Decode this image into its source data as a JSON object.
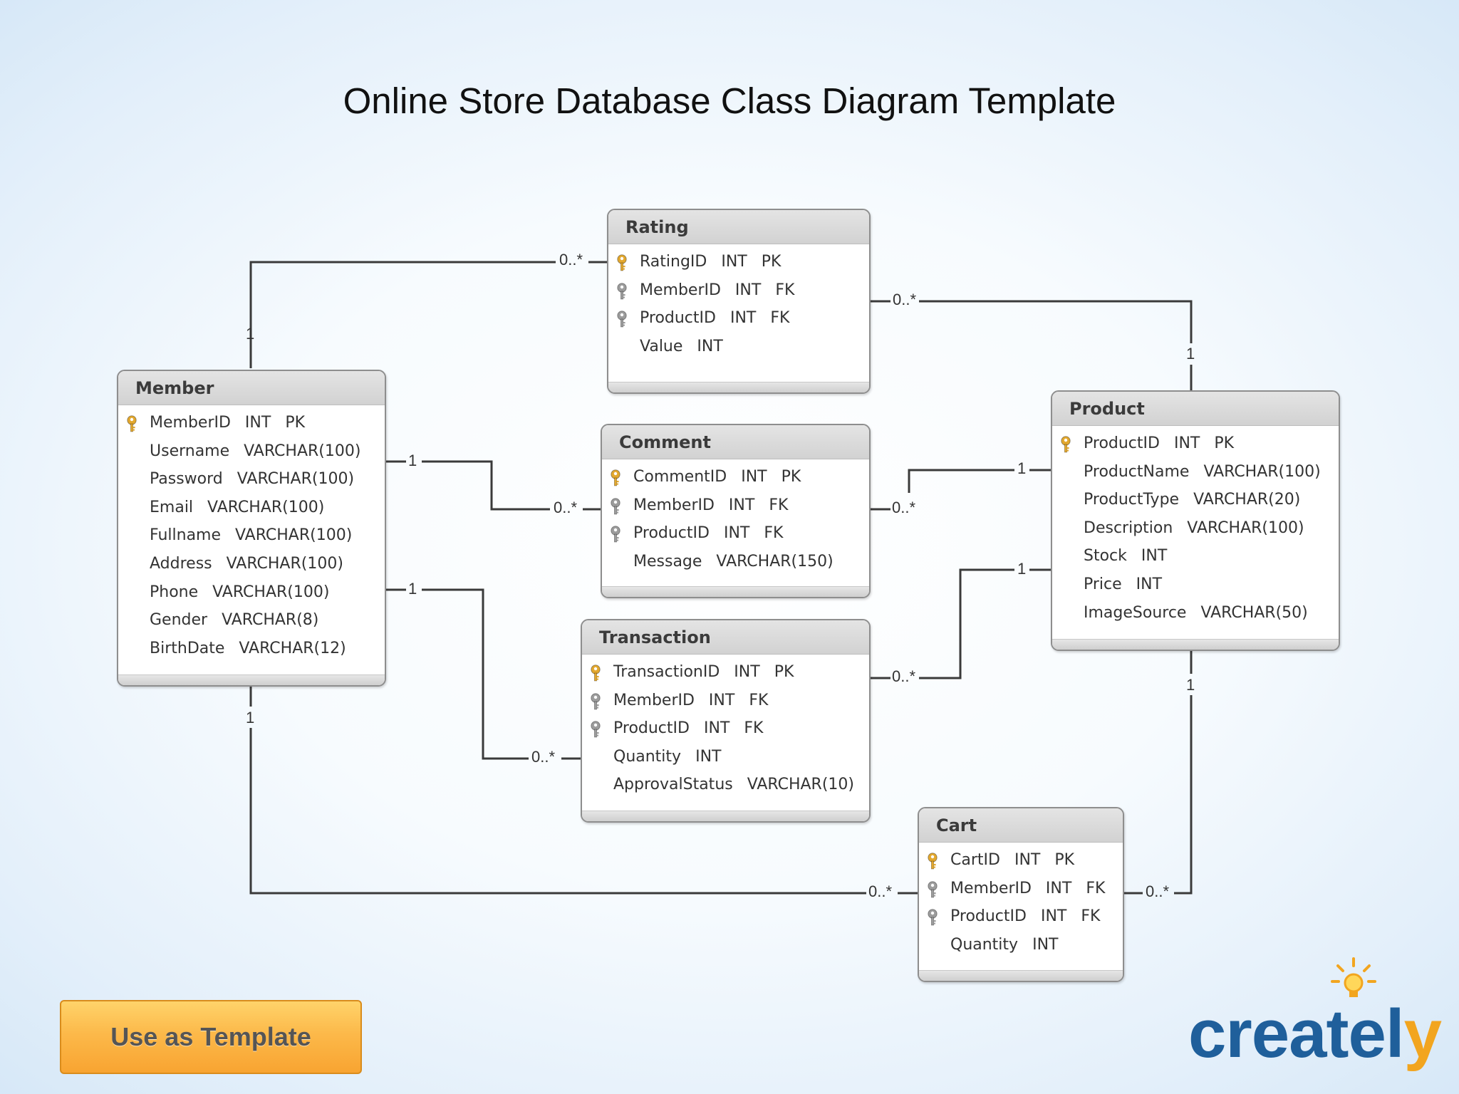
{
  "title": "Online Store Database Class Diagram Template",
  "entities": {
    "rating": {
      "name": "Rating",
      "attributes": [
        {
          "name": "RatingID",
          "type": "INT",
          "key": "PK"
        },
        {
          "name": "MemberID",
          "type": "INT",
          "key": "FK"
        },
        {
          "name": "ProductID",
          "type": "INT",
          "key": "FK"
        },
        {
          "name": "Value",
          "type": "INT",
          "key": ""
        }
      ]
    },
    "member": {
      "name": "Member",
      "attributes": [
        {
          "name": "MemberID",
          "type": "INT",
          "key": "PK"
        },
        {
          "name": "Username",
          "type": "VARCHAR(100)",
          "key": ""
        },
        {
          "name": "Password",
          "type": "VARCHAR(100)",
          "key": ""
        },
        {
          "name": "Email",
          "type": "VARCHAR(100)",
          "key": ""
        },
        {
          "name": "Fullname",
          "type": "VARCHAR(100)",
          "key": ""
        },
        {
          "name": "Address",
          "type": "VARCHAR(100)",
          "key": ""
        },
        {
          "name": "Phone",
          "type": "VARCHAR(100)",
          "key": ""
        },
        {
          "name": "Gender",
          "type": "VARCHAR(8)",
          "key": ""
        },
        {
          "name": "BirthDate",
          "type": "VARCHAR(12)",
          "key": ""
        }
      ]
    },
    "comment": {
      "name": "Comment",
      "attributes": [
        {
          "name": "CommentID",
          "type": "INT",
          "key": "PK"
        },
        {
          "name": "MemberID",
          "type": "INT",
          "key": "FK"
        },
        {
          "name": "ProductID",
          "type": "INT",
          "key": "FK"
        },
        {
          "name": "Message",
          "type": "VARCHAR(150)",
          "key": ""
        }
      ]
    },
    "product": {
      "name": "Product",
      "attributes": [
        {
          "name": "ProductID",
          "type": "INT",
          "key": "PK"
        },
        {
          "name": "ProductName",
          "type": "VARCHAR(100)",
          "key": ""
        },
        {
          "name": "ProductType",
          "type": "VARCHAR(20)",
          "key": ""
        },
        {
          "name": "Description",
          "type": "VARCHAR(100)",
          "key": ""
        },
        {
          "name": "Stock",
          "type": "INT",
          "key": ""
        },
        {
          "name": "Price",
          "type": "INT",
          "key": ""
        },
        {
          "name": "ImageSource",
          "type": "VARCHAR(50)",
          "key": ""
        }
      ]
    },
    "transaction": {
      "name": "Transaction",
      "attributes": [
        {
          "name": "TransactionID",
          "type": "INT",
          "key": "PK"
        },
        {
          "name": "MemberID",
          "type": "INT",
          "key": "FK"
        },
        {
          "name": "ProductID",
          "type": "INT",
          "key": "FK"
        },
        {
          "name": "Quantity",
          "type": "INT",
          "key": ""
        },
        {
          "name": "ApprovalStatus",
          "type": "VARCHAR(10)",
          "key": ""
        }
      ]
    },
    "cart": {
      "name": "Cart",
      "attributes": [
        {
          "name": "CartID",
          "type": "INT",
          "key": "PK"
        },
        {
          "name": "MemberID",
          "type": "INT",
          "key": "FK"
        },
        {
          "name": "ProductID",
          "type": "INT",
          "key": "FK"
        },
        {
          "name": "Quantity",
          "type": "INT",
          "key": ""
        }
      ]
    }
  },
  "relationships": [
    {
      "from": "Member",
      "to": "Rating",
      "from_mult": "1",
      "to_mult": "0..*"
    },
    {
      "from": "Product",
      "to": "Rating",
      "from_mult": "1",
      "to_mult": "0..*"
    },
    {
      "from": "Member",
      "to": "Comment",
      "from_mult": "1",
      "to_mult": "0..*"
    },
    {
      "from": "Product",
      "to": "Comment",
      "from_mult": "1",
      "to_mult": "0..*"
    },
    {
      "from": "Member",
      "to": "Transaction",
      "from_mult": "1",
      "to_mult": "0..*"
    },
    {
      "from": "Product",
      "to": "Transaction",
      "from_mult": "1",
      "to_mult": "0..*"
    },
    {
      "from": "Member",
      "to": "Cart",
      "from_mult": "1",
      "to_mult": "0..*"
    },
    {
      "from": "Product",
      "to": "Cart",
      "from_mult": "1",
      "to_mult": "0..*"
    }
  ],
  "button": {
    "label": "Use as Template"
  },
  "logo": {
    "text_main": "createl",
    "text_accent": "y",
    "brand_color": "#1f5f9b",
    "accent_color": "#f2a51f"
  },
  "colors": {
    "pk_key": "#e3a82e",
    "fk_key": "#9c9c9c",
    "line": "#3a3a3a",
    "header_bg": "#d8d8d8",
    "button_orange": "#fbb240"
  },
  "icons": {
    "pk": "key-icon",
    "fk": "key-icon",
    "logo": "lightbulb-icon"
  }
}
